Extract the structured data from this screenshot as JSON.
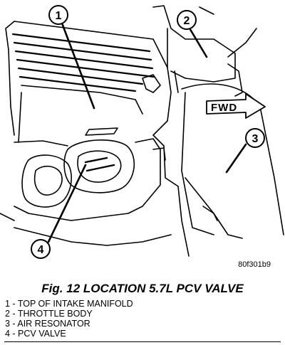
{
  "figure": {
    "id": "80f301b9",
    "caption": "Fig. 12 LOCATION 5.7L PCV VALVE",
    "direction_label": "FWD"
  },
  "callouts": [
    {
      "number": "1",
      "label": "TOP OF INTAKE MANIFOLD"
    },
    {
      "number": "2",
      "label": "THROTTLE BODY"
    },
    {
      "number": "3",
      "label": "AIR RESONATOR"
    },
    {
      "number": "4",
      "label": "PCV VALVE"
    }
  ],
  "legend": [
    "1 - TOP OF INTAKE MANIFOLD",
    "2 - THROTTLE BODY",
    "3 - AIR RESONATOR",
    "4 - PCV VALVE"
  ]
}
